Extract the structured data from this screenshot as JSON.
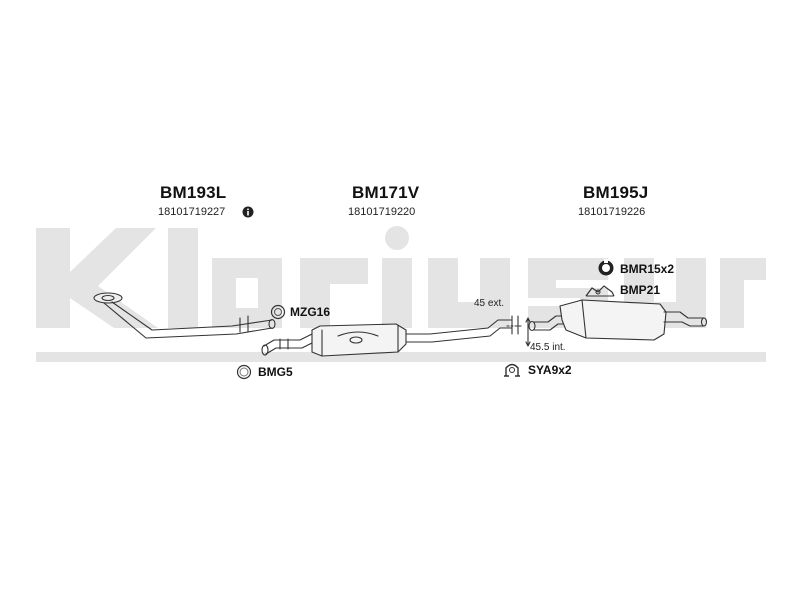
{
  "watermark": {
    "brand_text": "Klarius",
    "color": "#e3e3e3"
  },
  "parts": [
    {
      "code": "BM193L",
      "number": "18101719227",
      "info_icon": "info-icon"
    },
    {
      "code": "BM171V",
      "number": "18101719220"
    },
    {
      "code": "BM195J",
      "number": "18101719226"
    }
  ],
  "accessories": [
    {
      "label": "MZG16",
      "icon": "clamp-ring-icon"
    },
    {
      "label": "BMG5",
      "icon": "gasket-ring-icon"
    },
    {
      "label": "SYA9x2",
      "icon": "mounting-clamp-icon"
    },
    {
      "label": "BMR15x2",
      "icon": "rubber-hanger-icon"
    },
    {
      "label": "BMP21",
      "icon": "bracket-icon"
    }
  ],
  "dimensions": {
    "external": "45 ext.",
    "internal": "45.5 int."
  }
}
